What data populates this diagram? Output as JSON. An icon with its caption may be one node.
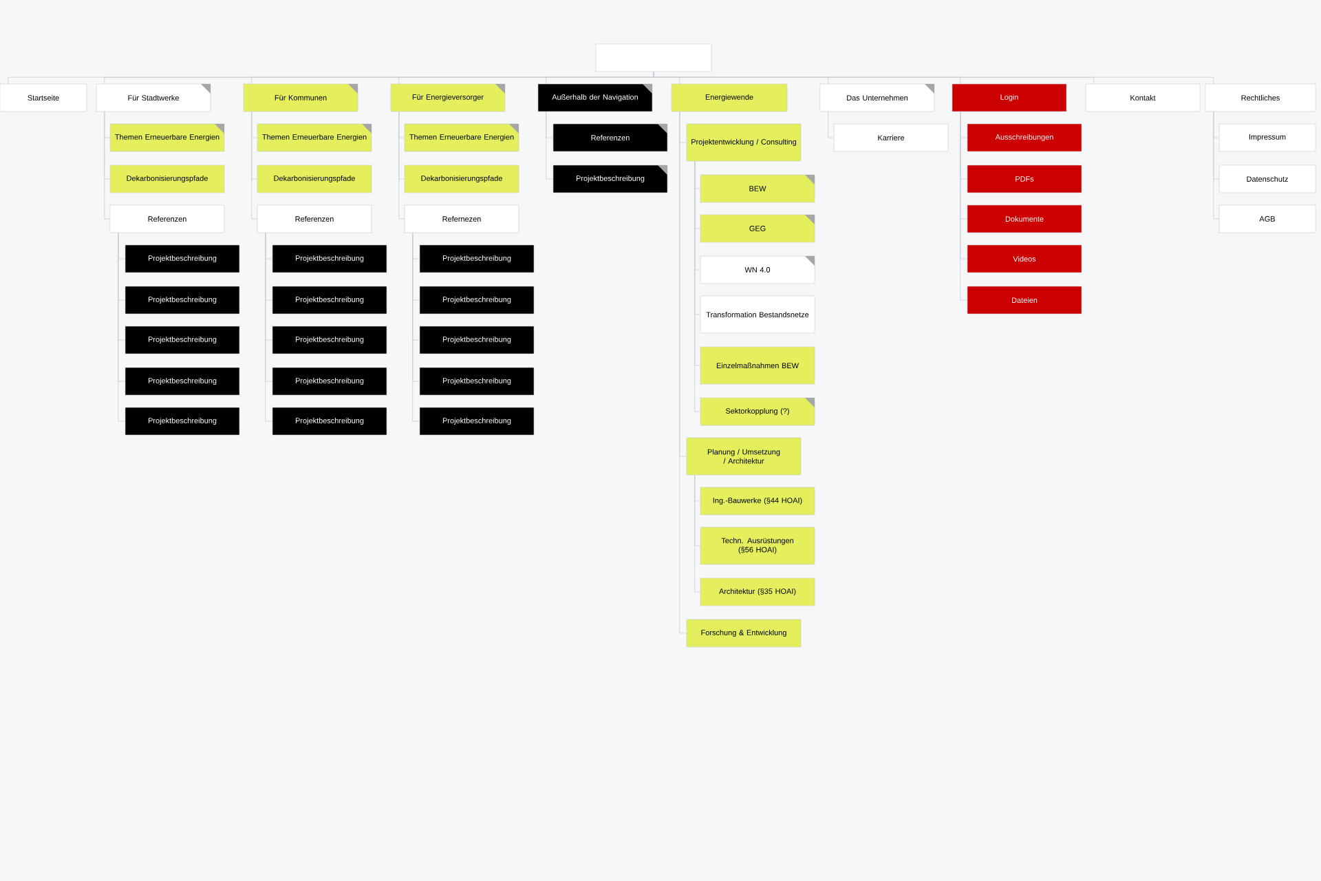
{
  "diagram": {
    "nodes": [
      {
        "text": [],
        "shape": "box"
      },
      {
        "text": [
          "Startseite"
        ]
      },
      {
        "text": [
          "Für Stadtwerke"
        ]
      },
      {
        "text": [
          "Für Kommunen"
        ]
      },
      {
        "text": [
          "Für Energieversorger"
        ]
      },
      {
        "text": [
          "Außerhalb der Navigation"
        ]
      },
      {
        "text": [
          "Energiewende"
        ]
      },
      {
        "text": [
          "Das Unternehmen"
        ]
      },
      {
        "text": [
          "Login"
        ]
      },
      {
        "text": [
          "Kontakt"
        ]
      },
      {
        "text": [
          "Rechtliches"
        ]
      },
      {
        "text": [
          "Themen Erneuerbare Energien"
        ]
      },
      {
        "text": [
          "Dekarbonisierungspfade"
        ]
      },
      {
        "text": [
          "Referenzen"
        ]
      },
      {
        "text": [
          "Projektbeschreibung"
        ]
      },
      {
        "text": [
          "Projektbeschreibung"
        ]
      },
      {
        "text": [
          "Projektbeschreibung"
        ]
      },
      {
        "text": [
          "Projektbeschreibung"
        ]
      },
      {
        "text": [
          "Projektbeschreibung"
        ]
      },
      {
        "text": [
          "Themen Erneuerbare Energien"
        ]
      },
      {
        "text": [
          "Dekarbonisierungspfade"
        ]
      },
      {
        "text": [
          "Referenzen"
        ]
      },
      {
        "text": [
          "Projektbeschreibung"
        ]
      },
      {
        "text": [
          "Projektbeschreibung"
        ]
      },
      {
        "text": [
          "Projektbeschreibung"
        ]
      },
      {
        "text": [
          "Projektbeschreibung"
        ]
      },
      {
        "text": [
          "Projektbeschreibung"
        ]
      },
      {
        "text": [
          "Themen Erneuerbare Energien"
        ]
      },
      {
        "text": [
          "Dekarbonisierungspfade"
        ]
      },
      {
        "text": [
          "Refernezen"
        ]
      },
      {
        "text": [
          "Projektbeschreibung"
        ]
      },
      {
        "text": [
          "Projektbeschreibung"
        ]
      },
      {
        "text": [
          "Projektbeschreibung"
        ]
      },
      {
        "text": [
          "Projektbeschreibung"
        ]
      },
      {
        "text": [
          "Projektbeschreibung"
        ]
      },
      {
        "text": [
          "Referenzen"
        ]
      },
      {
        "text": [
          "Projektbeschreibung"
        ]
      },
      {
        "text": [
          "Projektentwicklung / Consulting"
        ]
      },
      {
        "text": [
          "BEW"
        ]
      },
      {
        "text": [
          "GEG"
        ]
      },
      {
        "text": [
          "WN 4.0"
        ]
      },
      {
        "text": [
          "Transformation Bestandsnetze"
        ]
      },
      {
        "text": [
          "Einzelmaßnahmen BEW"
        ]
      },
      {
        "text": [
          "Sektorkopplung (?)"
        ]
      },
      {
        "text": [
          "Planung / Umsetzung / Architektur"
        ]
      },
      {
        "text": [
          "Ing.-Bauwerke (§44 HOAI)"
        ]
      },
      {
        "text": [
          "Techn. Ausrüstungen (§56 HOAI)"
        ]
      },
      {
        "text": [
          "Architektur (§35 HOAI)"
        ]
      },
      {
        "text": [
          "Forschung & Entwicklung"
        ]
      },
      {
        "text": [
          "Karriere"
        ]
      },
      {
        "text": [
          "Ausschreibungen"
        ]
      },
      {
        "text": [
          "PDFs"
        ]
      },
      {
        "text": [
          "Dokumente"
        ]
      },
      {
        "text": [
          "Videos"
        ]
      },
      {
        "text": [
          "Dateien"
        ]
      },
      {
        "text": [
          "Impressum"
        ]
      },
      {
        "text": [
          "Datenschutz"
        ]
      },
      {
        "text": [
          "AGB"
        ]
      }
    ],
    "edges": [
      {
        "from": 0,
        "to": 1,
        "arrow": "none"
      },
      {
        "from": 0,
        "to": 2,
        "arrow": "none"
      },
      {
        "from": 0,
        "to": 3,
        "arrow": "none"
      },
      {
        "from": 0,
        "to": 4,
        "arrow": "none"
      },
      {
        "from": 0,
        "to": 5,
        "arrow": "none"
      },
      {
        "from": 0,
        "to": 6,
        "arrow": "none"
      },
      {
        "from": 0,
        "to": 7,
        "arrow": "none"
      },
      {
        "from": 0,
        "to": 8,
        "arrow": "none"
      },
      {
        "from": 0,
        "to": 9,
        "arrow": "none"
      },
      {
        "from": 0,
        "to": 10,
        "arrow": "none"
      },
      {
        "from": 2,
        "to": 11,
        "arrow": "none"
      },
      {
        "from": 2,
        "to": 12,
        "arrow": "none"
      },
      {
        "from": 2,
        "to": 13,
        "arrow": "none"
      },
      {
        "from": 13,
        "to": 14,
        "arrow": "none"
      },
      {
        "from": 13,
        "to": 15,
        "arrow": "none"
      },
      {
        "from": 13,
        "to": 16,
        "arrow": "none"
      },
      {
        "from": 13,
        "to": 17,
        "arrow": "none"
      },
      {
        "from": 13,
        "to": 18,
        "arrow": "none"
      },
      {
        "from": 3,
        "to": 19,
        "arrow": "none"
      },
      {
        "from": 3,
        "to": 20,
        "arrow": "none"
      },
      {
        "from": 3,
        "to": 21,
        "arrow": "none"
      },
      {
        "from": 21,
        "to": 22,
        "arrow": "none"
      },
      {
        "from": 21,
        "to": 23,
        "arrow": "none"
      },
      {
        "from": 21,
        "to": 24,
        "arrow": "none"
      },
      {
        "from": 21,
        "to": 25,
        "arrow": "none"
      },
      {
        "from": 21,
        "to": 26,
        "arrow": "none"
      },
      {
        "from": 4,
        "to": 27,
        "arrow": "none"
      },
      {
        "from": 4,
        "to": 28,
        "arrow": "none"
      },
      {
        "from": 4,
        "to": 29,
        "arrow": "none"
      },
      {
        "from": 29,
        "to": 30,
        "arrow": "none"
      },
      {
        "from": 29,
        "to": 31,
        "arrow": "none"
      },
      {
        "from": 29,
        "to": 32,
        "arrow": "none"
      },
      {
        "from": 29,
        "to": 33,
        "arrow": "none"
      },
      {
        "from": 29,
        "to": 34,
        "arrow": "none"
      },
      {
        "from": 5,
        "to": 35,
        "arrow": "none"
      },
      {
        "from": 5,
        "to": 36,
        "arrow": "none"
      },
      {
        "from": 6,
        "to": 37,
        "arrow": "none"
      },
      {
        "from": 37,
        "to": 38,
        "arrow": "none"
      },
      {
        "from": 37,
        "to": 39,
        "arrow": "none"
      },
      {
        "from": 37,
        "to": 40,
        "arrow": "none"
      },
      {
        "from": 37,
        "to": 41,
        "arrow": "none"
      },
      {
        "from": 37,
        "to": 42,
        "arrow": "none"
      },
      {
        "from": 37,
        "to": 43,
        "arrow": "none"
      },
      {
        "from": 6,
        "to": 44,
        "arrow": "none"
      },
      {
        "from": 44,
        "to": 45,
        "arrow": "none"
      },
      {
        "from": 44,
        "to": 46,
        "arrow": "none"
      },
      {
        "from": 44,
        "to": 47,
        "arrow": "none"
      },
      {
        "from": 6,
        "to": 48,
        "arrow": "none"
      },
      {
        "from": 7,
        "to": 49,
        "arrow": "none"
      },
      {
        "from": 8,
        "to": 50,
        "arrow": "none"
      },
      {
        "from": 8,
        "to": 51,
        "arrow": "none"
      },
      {
        "from": 8,
        "to": 52,
        "arrow": "none"
      },
      {
        "from": 8,
        "to": 53,
        "arrow": "none"
      },
      {
        "from": 8,
        "to": 54,
        "arrow": "none"
      },
      {
        "from": 10,
        "to": 55,
        "arrow": "none"
      },
      {
        "from": 10,
        "to": 56,
        "arrow": "none"
      },
      {
        "from": 10,
        "to": 57,
        "arrow": "none"
      }
    ]
  }
}
